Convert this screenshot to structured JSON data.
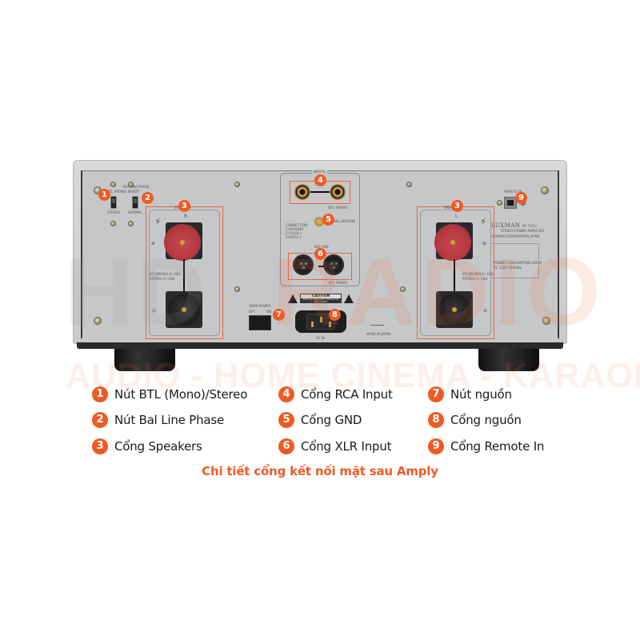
{
  "watermark": {
    "brand_left": "HD",
    "brand_right": "RADIO",
    "tagline": "AUDIO - HOME CINEMA - KARAOKE"
  },
  "colors": {
    "accent": "#ef5a24",
    "chassis": "#c6c7c9",
    "legend_text": "#1a1a1a"
  },
  "amp": {
    "brand": "LUXMAN",
    "model": "M-700u",
    "subtitle": "STEREO POWER AMPLIFIER",
    "maker": "LUXMAN CORPORATION  JAPAN",
    "power_consumption": "POWER CONSUMPTION 300 W",
    "voltage": "AC 120V  50/60Hz",
    "origin": "MADE IN JAPAN",
    "labels": {
      "btl_mono": "BTL (MONO)",
      "stereo": "STEREO",
      "bal_line_phase": "BAL LINE PHASE",
      "invert": "INVERT",
      "normal": "NORMAL",
      "speakers": "SPEAKERS",
      "ch_r": "R",
      "ch_l": "L",
      "impedance_btl": "BTL(MONO) 8~16Ω",
      "impedance_stereo": "STEREO 4~16Ω",
      "inputs": "INPUTS",
      "btl_mono_short": "(BTL MONO)",
      "signal_ground": "SIGNAL GROUND",
      "connection_1": "CONNECTION",
      "connection_2": "1:GROUND",
      "connection_3": "2:COLD(-)",
      "connection_4": "3:HOT(+)",
      "bal_line": "BAL LINE",
      "main_power": "MAIN POWER",
      "off": "OFF",
      "on": "ON",
      "caution": "CAUTION",
      "caution_sub": "RISK OF ELECTRIC SHOCK DO NOT OPEN",
      "ac_in": "AC IN",
      "remote_in": "REMOTE IN"
    }
  },
  "badges": [
    "1",
    "2",
    "3",
    "3",
    "4",
    "5",
    "6",
    "7",
    "8",
    "9"
  ],
  "legend": {
    "items": [
      {
        "num": "1",
        "label": "Nút BTL (Mono)/Stereo"
      },
      {
        "num": "2",
        "label": "Nút Bal Line Phase"
      },
      {
        "num": "3",
        "label": "Cổng Speakers"
      },
      {
        "num": "4",
        "label": "Cổng RCA Input"
      },
      {
        "num": "5",
        "label": "Cổng GND"
      },
      {
        "num": "6",
        "label": "Cổng XLR Input"
      },
      {
        "num": "7",
        "label": "Nút nguồn"
      },
      {
        "num": "8",
        "label": "Cổng nguồn"
      },
      {
        "num": "9",
        "label": "Cổng Remote In"
      }
    ]
  },
  "caption": "Chi tiết cổng kết nối mặt sau Amply"
}
